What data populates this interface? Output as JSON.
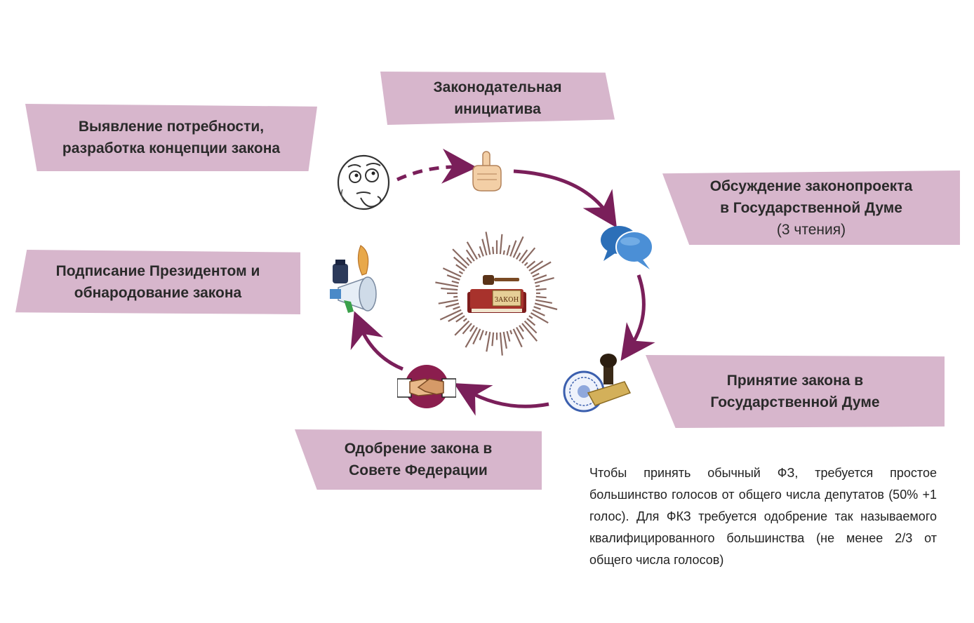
{
  "steps": {
    "need": {
      "line1": "Выявление потребности,",
      "line2": "разработка концепции закона"
    },
    "initiative": {
      "line1": "Законодательная",
      "line2": "инициатива"
    },
    "discussion": {
      "line1": "Обсуждение законопроекта",
      "line2": "в Государственной Думе",
      "line3": "(3 чтения)"
    },
    "adoption": {
      "line1": "Принятие закона в",
      "line2": "Государственной Думе"
    },
    "approval": {
      "line1": "Одобрение закона в",
      "line2": "Совете Федерации"
    },
    "signing": {
      "line1": "Подписание Президентом и",
      "line2": "обнародование закона"
    }
  },
  "note": "Чтобы принять обычный ФЗ, требуется простое большинство голосов от общего числа депутатов (50% +1 голос). Для ФКЗ требуется одобрение так называемого квалифицированного большинства (не менее 2/3 от общего числа голосов)",
  "center_book_label": "ЗАКОН",
  "colors": {
    "label_bg": "#d7b6cc",
    "arrow": "#7a1f5a",
    "burst": "#8a6a62"
  },
  "icons": [
    "thinking-face-icon",
    "pointing-finger-icon",
    "speech-bubbles-icon",
    "stamp-seal-icon",
    "handshake-icon",
    "megaphone-ink-quill-icon",
    "law-book-gavel-icon"
  ]
}
